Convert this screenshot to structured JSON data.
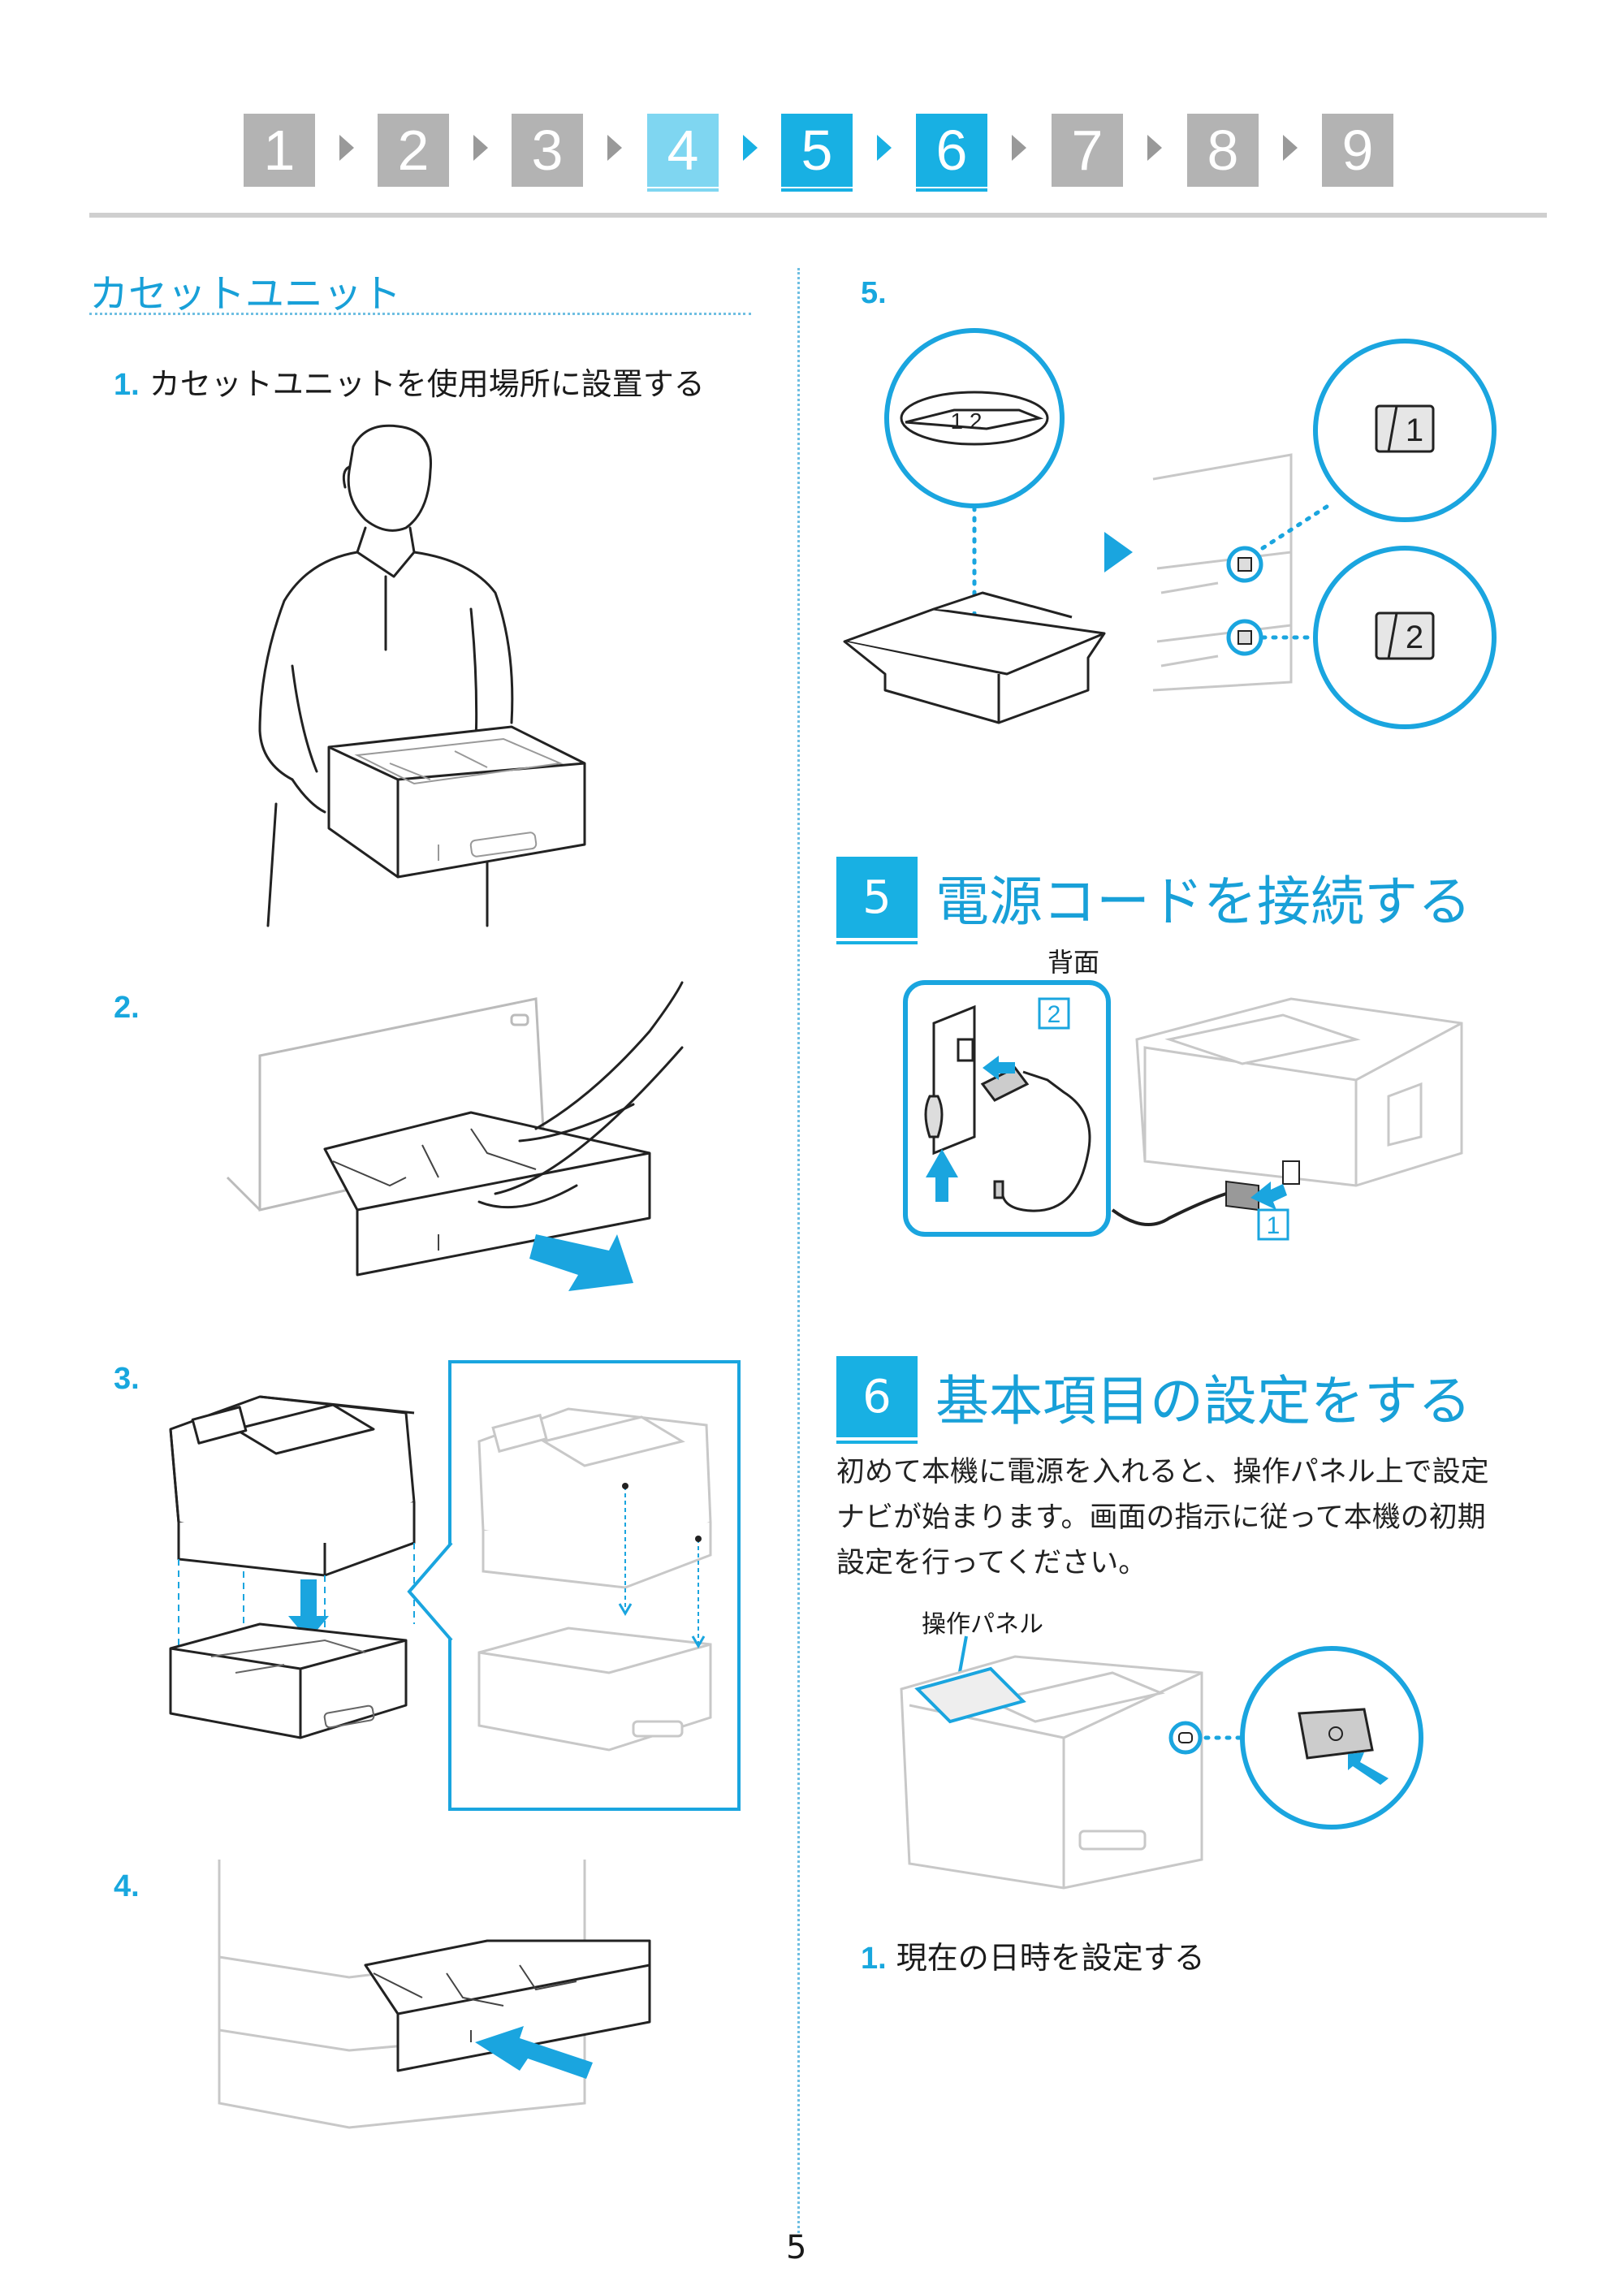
{
  "step_indicator": {
    "steps": [
      {
        "label": "1",
        "state": "done"
      },
      {
        "label": "2",
        "state": "done"
      },
      {
        "label": "3",
        "state": "done"
      },
      {
        "label": "4",
        "state": "prev"
      },
      {
        "label": "5",
        "state": "current"
      },
      {
        "label": "6",
        "state": "current"
      },
      {
        "label": "7",
        "state": "done"
      },
      {
        "label": "8",
        "state": "done"
      },
      {
        "label": "9",
        "state": "done"
      }
    ],
    "active_color": "#18b0e3",
    "inactive_color": "#b3b3b3"
  },
  "left": {
    "section_title": "カセットユニット",
    "step1_num": "1.",
    "step1_text": "カセットユニットを使用場所に設置する",
    "step2_num": "2.",
    "step3_num": "3.",
    "step4_num": "4."
  },
  "right": {
    "step5_num": "5.",
    "callout1": "1",
    "callout2": "2",
    "label_1": "1",
    "label_2": "2",
    "section5": {
      "number": "5",
      "title": "電源コードを接続する",
      "rear_label": "背面",
      "tag_2": "2",
      "tag_1": "1"
    },
    "section6": {
      "number": "6",
      "title": "基本項目の設定をする",
      "lines": [
        "初めて本機に電源を入れると、操作パネル上で設定",
        "ナビが始まります。画面の指示に従って本機の初期",
        "設定を行ってください。"
      ],
      "panel_label": "操作パネル",
      "step1_num": "1.",
      "step1_text": "現在の日時を設定する"
    }
  },
  "footer": {
    "page_number": "5"
  },
  "colors": {
    "accent": "#18b0e3",
    "title": "#18a0d8",
    "dotted": "#6fbfe2"
  }
}
